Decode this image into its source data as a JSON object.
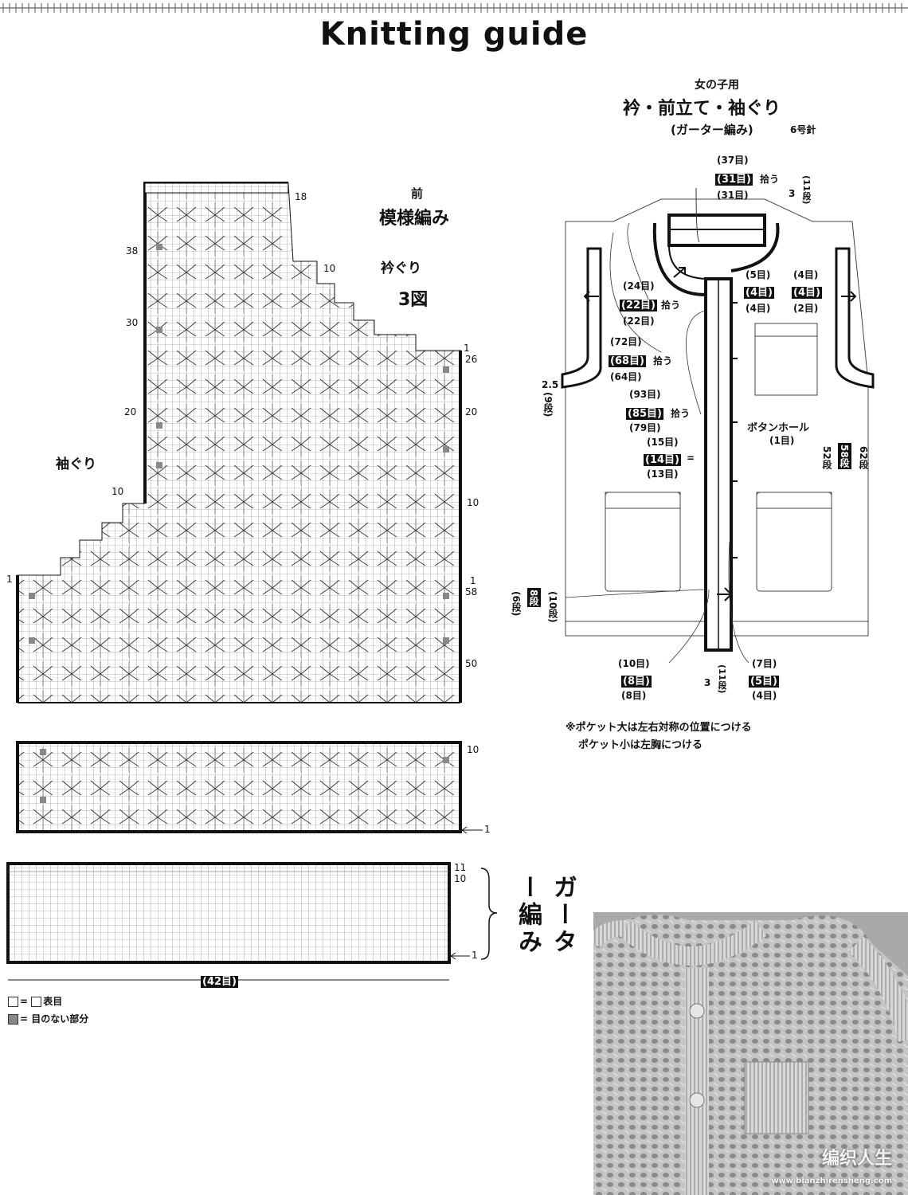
{
  "page": {
    "title": "Knitting guide"
  },
  "left_chart": {
    "part": "前",
    "pattern": "模様編み",
    "neckline": "衿ぐり",
    "figure": "3図",
    "armhole": "袖ぐり",
    "row_labels_left": [
      "38",
      "30",
      "20",
      "10",
      "1"
    ],
    "row_labels_right_top": [
      "18",
      "10",
      "1",
      "26",
      "20",
      "10",
      "1",
      "58",
      "50"
    ],
    "row_labels_right_mid": [
      "10",
      "1"
    ],
    "row_labels_right_bottom": [
      "11",
      "10",
      "1"
    ],
    "garter_label": "ガーター編み",
    "width_label": "(42目)"
  },
  "legend": {
    "item1_eq": "=",
    "item1_text": "表目",
    "item2_eq": "=",
    "item2_text": "目のない部分"
  },
  "right_diagram": {
    "subtitle": "女の子用",
    "title": "衿・前立て・袖ぐり",
    "technique": "(ガーター編み)",
    "needle": "6号針",
    "collar": {
      "top": "(37目)",
      "boxed": "(31目)",
      "pick": "拾う",
      "bottom": "(31目)",
      "rows_a": "3",
      "rows_b": "(11段)"
    },
    "left_neck": {
      "top": "(24目)",
      "boxed": "(22目)",
      "pick": "拾う",
      "bottom": "(22目)"
    },
    "shoulder_l": {
      "top": "(5目)",
      "boxed": "(4目)",
      "bottom": "(4目)"
    },
    "shoulder_r": {
      "top": "(4目)",
      "boxed": "(4目)",
      "bottom": "(2目)"
    },
    "armhole": {
      "top": "(72目)",
      "boxed": "(68目)",
      "pick": "拾う",
      "bottom": "(64目)"
    },
    "band": {
      "top": "(93目)",
      "boxed": "(85目)",
      "pick": "拾う",
      "bottom": "(79目)"
    },
    "band2": {
      "top": "(15目)",
      "boxed": "(14目)",
      "eq": "=",
      "bottom": "(13目)"
    },
    "buttonhole": "ボタンホール",
    "buttonhole_count": "(1目)",
    "side_rows": {
      "a": "52段",
      "b": "58段",
      "c": "62段"
    },
    "arm_rows": {
      "a": "2.5",
      "b": "(9段)"
    },
    "hem_rows": {
      "a": "(6段)",
      "b": "8段",
      "c": "(10段)"
    },
    "bottom_l": {
      "top": "(10目)",
      "boxed": "(8目)",
      "bottom": "(8目)"
    },
    "bottom_mid": {
      "a": "3",
      "b": "(11段)"
    },
    "bottom_r": {
      "top": "(7目)",
      "boxed": "(5目)",
      "bottom": "(4目)"
    },
    "note1": "※ポケット大は左右対称の位置につける",
    "note2": "ポケット小は左胸につける"
  },
  "watermark": {
    "brand": "编织人生",
    "url": "www.bianzhirensheng.com"
  },
  "colors": {
    "ink": "#111111",
    "grid": "#555555",
    "shade": "#888888",
    "photo": "#b8b8b8"
  }
}
